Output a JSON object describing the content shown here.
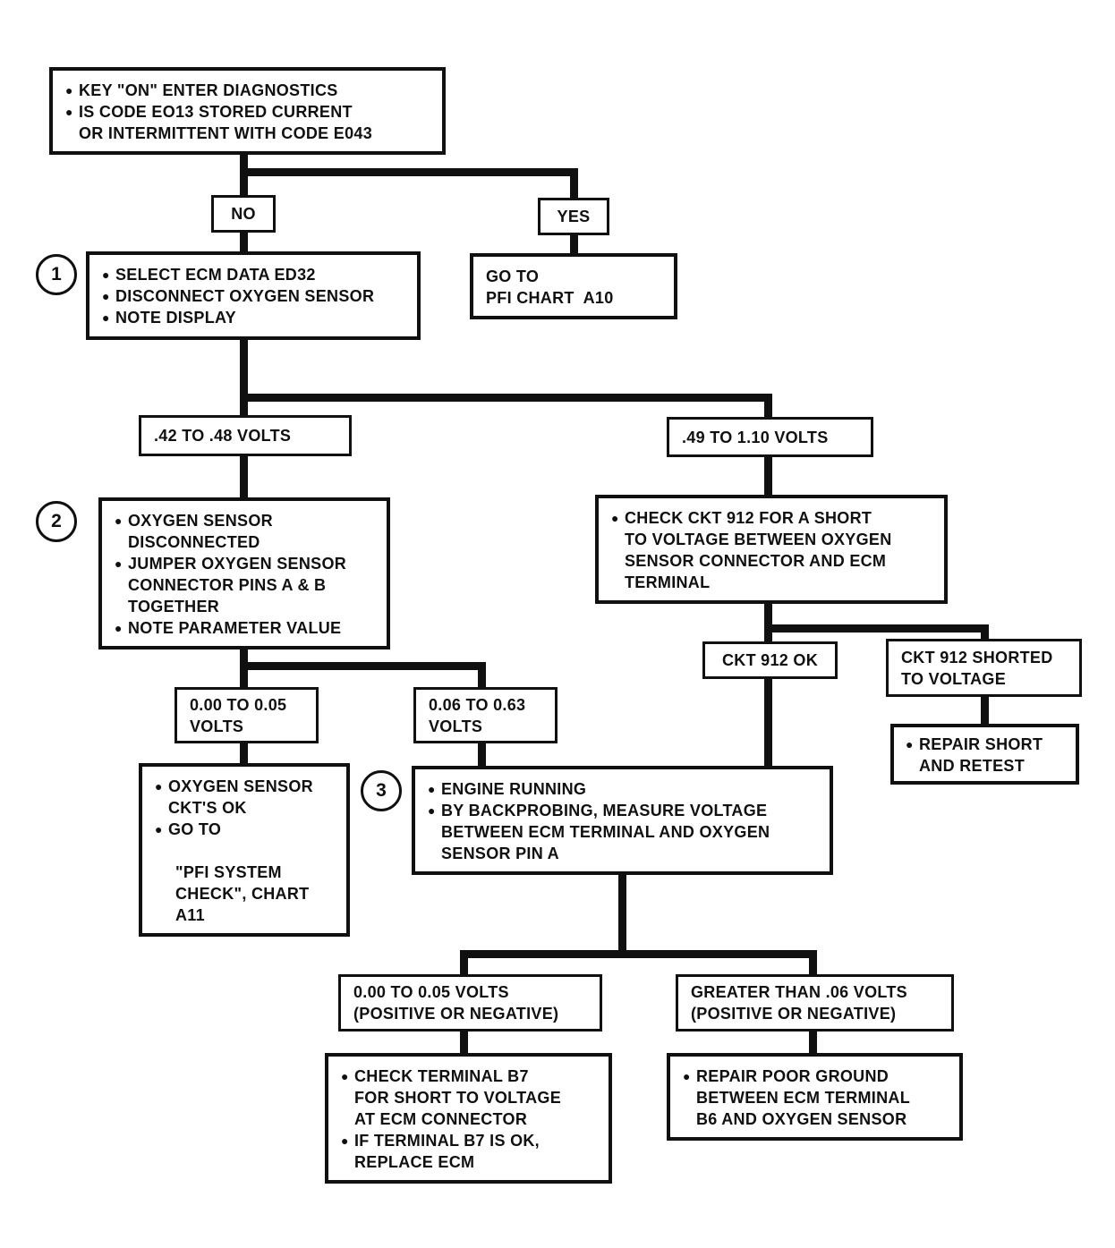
{
  "title": "Oxygen sensor code E013 diagnostic flowchart",
  "glyphs": {
    "bullet": "●"
  },
  "palette": {
    "ink": "#101010",
    "paper": "#ffffff"
  },
  "nodes": {
    "start": {
      "items": [
        {
          "lines": [
            "KEY \"ON\" ENTER DIAGNOSTICS"
          ]
        },
        {
          "lines": [
            "IS CODE EO13 STORED CURRENT",
            "OR INTERMITTENT WITH CODE E043"
          ]
        }
      ]
    },
    "no": {
      "label": "NO"
    },
    "yes": {
      "label": "YES"
    },
    "step1": {
      "badge": "1",
      "items": [
        {
          "lines": [
            "SELECT ECM DATA ED32"
          ]
        },
        {
          "lines": [
            "DISCONNECT OXYGEN SENSOR"
          ]
        },
        {
          "lines": [
            "NOTE DISPLAY"
          ]
        }
      ]
    },
    "goto_a10": {
      "lines": [
        "GO TO",
        "PFI CHART  A10"
      ]
    },
    "v4248": {
      "label": ".42 TO .48 VOLTS"
    },
    "v49110": {
      "label": ".49 TO 1.10 VOLTS"
    },
    "step2": {
      "badge": "2",
      "items": [
        {
          "lines": [
            "OXYGEN SENSOR",
            "DISCONNECTED"
          ]
        },
        {
          "lines": [
            "JUMPER OXYGEN SENSOR",
            "CONNECTOR PINS A & B",
            "TOGETHER"
          ]
        },
        {
          "lines": [
            "NOTE PARAMETER VALUE"
          ]
        }
      ]
    },
    "ckt912check": {
      "items": [
        {
          "lines": [
            "CHECK CKT 912 FOR A SHORT",
            "TO VOLTAGE BETWEEN OXYGEN",
            "SENSOR CONNECTOR AND ECM",
            "TERMINAL"
          ]
        }
      ]
    },
    "v000005": {
      "lines": [
        "0.00 TO 0.05",
        "VOLTS"
      ]
    },
    "v006063": {
      "lines": [
        "0.06 TO 0.63",
        "VOLTS"
      ]
    },
    "ckt912ok": {
      "label": "CKT 912 OK"
    },
    "ckt912short": {
      "lines": [
        "CKT 912 SHORTED",
        "TO VOLTAGE"
      ]
    },
    "repairshort": {
      "items": [
        {
          "lines": [
            "REPAIR SHORT",
            "AND RETEST"
          ]
        }
      ]
    },
    "o2ok": {
      "items": [
        {
          "lines": [
            "OXYGEN SENSOR",
            "CKT'S OK"
          ]
        },
        {
          "lines": [
            "GO TO"
          ]
        }
      ],
      "note": {
        "lines": [
          "\"PFI SYSTEM",
          "CHECK\", CHART",
          "A11"
        ]
      }
    },
    "step3": {
      "badge": "3",
      "items": [
        {
          "lines": [
            "ENGINE RUNNING"
          ]
        },
        {
          "lines": [
            "BY BACKPROBING, MEASURE VOLTAGE",
            "BETWEEN ECM TERMINAL AND OXYGEN",
            "SENSOR PIN A"
          ]
        }
      ]
    },
    "posneg005": {
      "lines": [
        "0.00 TO 0.05 VOLTS",
        "(POSITIVE OR NEGATIVE)"
      ]
    },
    "greater06": {
      "lines": [
        "GREATER THAN .06 VOLTS",
        "(POSITIVE OR NEGATIVE)"
      ]
    },
    "checkb7": {
      "items": [
        {
          "lines": [
            "CHECK TERMINAL B7",
            "FOR SHORT TO VOLTAGE",
            "AT ECM CONNECTOR"
          ]
        },
        {
          "lines": [
            "IF TERMINAL B7 IS OK,",
            "REPLACE ECM"
          ]
        }
      ]
    },
    "repairground": {
      "items": [
        {
          "lines": [
            "REPAIR POOR GROUND",
            "BETWEEN ECM TERMINAL",
            "B6 AND OXYGEN SENSOR"
          ]
        }
      ]
    }
  }
}
